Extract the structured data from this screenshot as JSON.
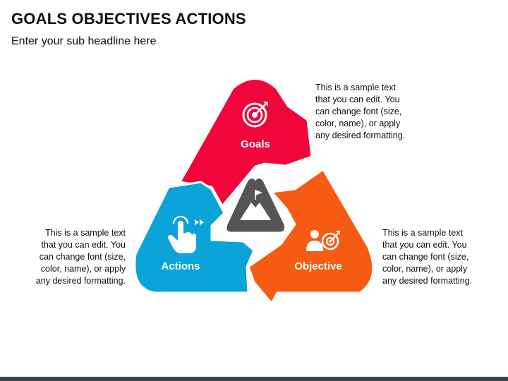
{
  "title": "GOALS OBJECTIVES ACTIONS",
  "subtitle": "Enter your sub headline here",
  "colors": {
    "goals": "#f0063a",
    "objective": "#f55b13",
    "actions": "#0aa4d9",
    "center": "#555555"
  },
  "segments": {
    "goals": {
      "label": "Goals",
      "icon": "target-icon"
    },
    "objective": {
      "label": "Objective",
      "icon": "businessman-target-icon"
    },
    "actions": {
      "label": "Actions",
      "icon": "hand-click-icon"
    },
    "center": {
      "icon": "mountain-flag-icon"
    }
  },
  "descriptions": {
    "goals": [
      "This is a sample text",
      "that you can edit. You",
      "can change font (size,",
      "color, name), or apply",
      "any desired formatting."
    ],
    "actions": [
      "This is a sample text",
      "that you can edit. You",
      "can change font (size,",
      "color, name), or apply",
      "any desired formatting."
    ],
    "objective": [
      "This is a sample text",
      "that you can edit. You",
      "can change font (size,",
      "color, name), or apply",
      "any desired formatting."
    ]
  }
}
